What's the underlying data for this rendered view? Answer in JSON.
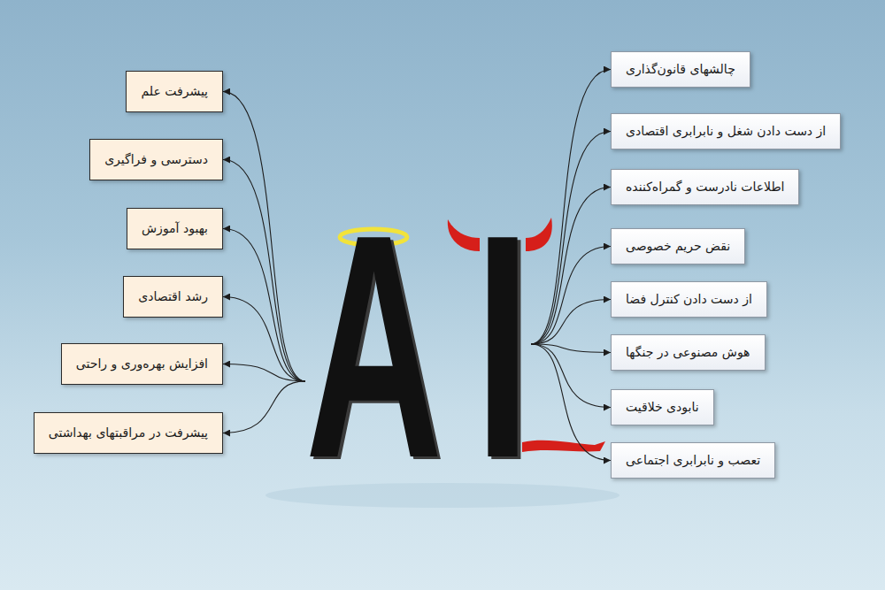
{
  "diagram": {
    "nodes": [
      {
        "text": [
          "A"
        ]
      },
      {
        "text": [
          "I"
        ]
      },
      {
        "text": [
          "پیشرفت علم"
        ]
      },
      {
        "text": [
          "دسترسی و فراگیری"
        ]
      },
      {
        "text": [
          "بهبود آموزش"
        ]
      },
      {
        "text": [
          "رشد اقتصادی"
        ]
      },
      {
        "text": [
          "افزایش بهره‌وری و راحتی"
        ]
      },
      {
        "text": [
          "پیشرفت در مراقبتهای بهداشتی"
        ]
      },
      {
        "text": [
          "چالشهای قانون‌گذاری"
        ]
      },
      {
        "text": [
          "از دست دادن شغل و نابرابری اقتصادی"
        ]
      },
      {
        "text": [
          "اطلاعات نادرست و گمراه‌کننده"
        ]
      },
      {
        "text": [
          "نقض حریم خصوصی"
        ]
      },
      {
        "text": [
          "از دست دادن کنترل فضا"
        ]
      },
      {
        "text": [
          "هوش مصنوعی در جنگها"
        ]
      },
      {
        "text": [
          "نابودی خلاقیت"
        ]
      },
      {
        "text": [
          "تعصب و نابرابری اجتماعی"
        ]
      }
    ],
    "edges": [
      {
        "from": 0,
        "to": 2,
        "arrow": "to"
      },
      {
        "from": 0,
        "to": 3,
        "arrow": "to"
      },
      {
        "from": 0,
        "to": 4,
        "arrow": "to"
      },
      {
        "from": 0,
        "to": 5,
        "arrow": "to"
      },
      {
        "from": 0,
        "to": 6,
        "arrow": "to"
      },
      {
        "from": 0,
        "to": 7,
        "arrow": "to"
      },
      {
        "from": 1,
        "to": 8,
        "arrow": "to"
      },
      {
        "from": 1,
        "to": 9,
        "arrow": "to"
      },
      {
        "from": 1,
        "to": 10,
        "arrow": "to"
      },
      {
        "from": 1,
        "to": 11,
        "arrow": "to"
      },
      {
        "from": 1,
        "to": 12,
        "arrow": "to"
      },
      {
        "from": 1,
        "to": 13,
        "arrow": "to"
      },
      {
        "from": 1,
        "to": 14,
        "arrow": "to"
      },
      {
        "from": 1,
        "to": 15,
        "arrow": "to"
      }
    ]
  }
}
